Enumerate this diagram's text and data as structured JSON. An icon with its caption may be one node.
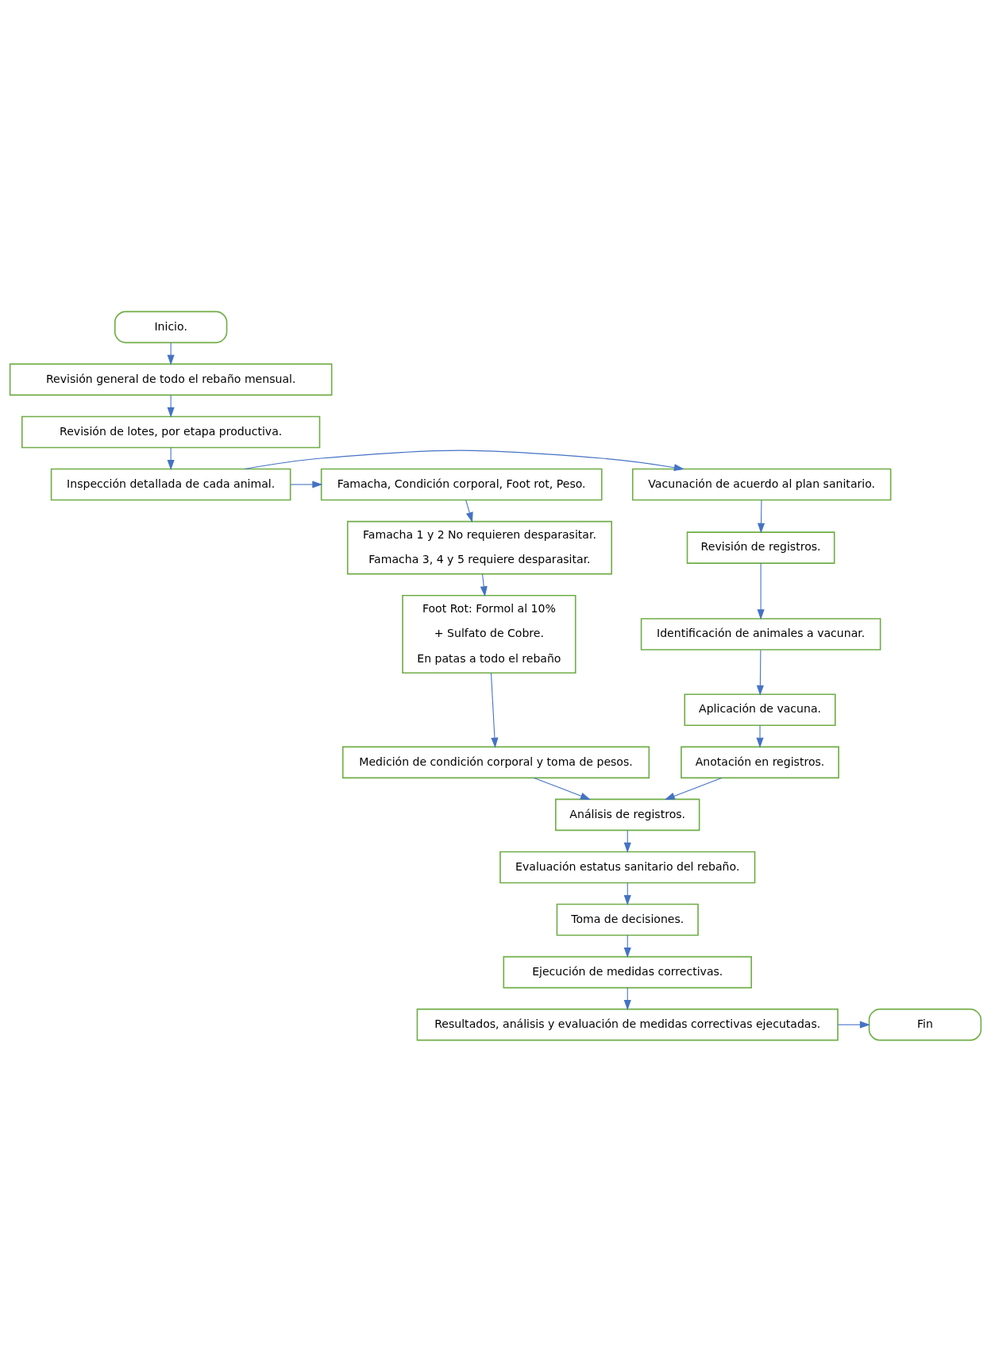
{
  "diagram": {
    "nodes": [
      {
        "text": [
          "Inicio."
        ]
      },
      {
        "text": [
          "Revisión general de todo el rebaño mensual."
        ]
      },
      {
        "text": [
          "Revisión de lotes, por etapa productiva."
        ]
      },
      {
        "text": [
          "Inspección detallada de cada animal."
        ]
      },
      {
        "text": [
          "Vacunación de acuerdo al plan sanitario."
        ]
      },
      {
        "text": [
          "Famacha, Condición corporal, Foot rot, Peso."
        ]
      },
      {
        "text": [
          "Revisión de registros."
        ]
      },
      {
        "text": [
          "Famacha 1 y 2 No requieren desparasitar.",
          "Famacha 3, 4 y 5 requiere desparasitar."
        ]
      },
      {
        "text": [
          "Identificación de animales a vacunar."
        ]
      },
      {
        "text": [
          "Foot Rot: Formol al 10%",
          "+ Sulfato de Cobre.",
          "En patas a todo el rebaño"
        ]
      },
      {
        "text": [
          "Aplicación de vacuna."
        ]
      },
      {
        "text": [
          "Medición de condición corporal y toma de pesos."
        ]
      },
      {
        "text": [
          "Anotación en registros."
        ]
      },
      {
        "text": [
          "Análisis de registros."
        ]
      },
      {
        "text": [
          "Evaluación estatus sanitario del rebaño."
        ]
      },
      {
        "text": [
          "Toma de decisiones."
        ]
      },
      {
        "text": [
          "Ejecución de medidas correctivas."
        ]
      },
      {
        "text": [
          "Resultados, análisis y evaluación de medidas correctivas ejecutadas."
        ]
      },
      {
        "text": [
          "Fin"
        ]
      }
    ],
    "edges": [
      {
        "from": 0,
        "to": 1,
        "arrow": "to"
      },
      {
        "from": 1,
        "to": 2,
        "arrow": "to"
      },
      {
        "from": 2,
        "to": 3,
        "arrow": "to"
      },
      {
        "from": 3,
        "to": 4,
        "arrow": "to"
      },
      {
        "from": 3,
        "to": 5,
        "arrow": "to"
      },
      {
        "from": 4,
        "to": 6,
        "arrow": "to"
      },
      {
        "from": 6,
        "to": 8,
        "arrow": "to"
      },
      {
        "from": 8,
        "to": 10,
        "arrow": "to"
      },
      {
        "from": 10,
        "to": 12,
        "arrow": "to"
      },
      {
        "from": 12,
        "to": 13,
        "arrow": "to"
      },
      {
        "from": 13,
        "to": 14,
        "arrow": "to"
      },
      {
        "from": 14,
        "to": 15,
        "arrow": "to"
      },
      {
        "from": 15,
        "to": 16,
        "arrow": "to"
      },
      {
        "from": 16,
        "to": 17,
        "arrow": "to"
      },
      {
        "from": 17,
        "to": 18,
        "arrow": "to"
      },
      {
        "from": 5,
        "to": 7,
        "arrow": "to"
      },
      {
        "from": 7,
        "to": 9,
        "arrow": "to"
      },
      {
        "from": 9,
        "to": 11,
        "arrow": "to"
      },
      {
        "from": 11,
        "to": 13,
        "arrow": "to"
      }
    ]
  }
}
